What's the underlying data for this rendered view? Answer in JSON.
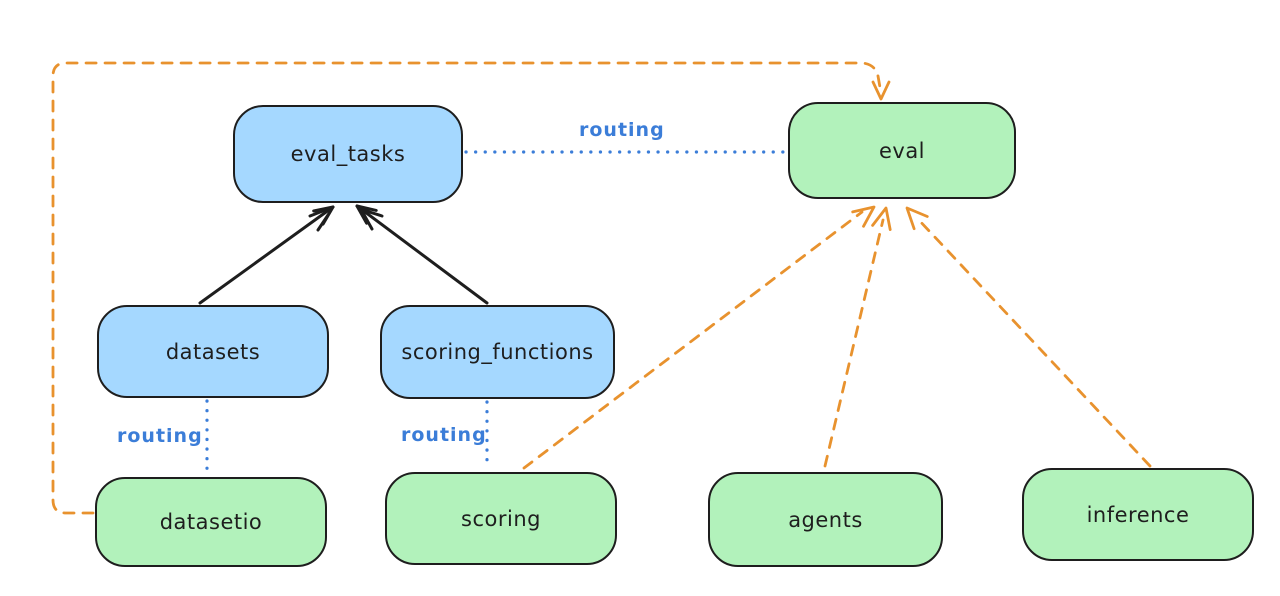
{
  "colors": {
    "background": "#ffffff",
    "node_stroke": "#1e1e1e",
    "arrow_black": "#1e1e1e",
    "api_fill": "#a5d8ff",
    "provider_fill": "#b2f2bb",
    "routing_blue": "#3b7dd8",
    "provider_orange": "#e8922e"
  },
  "nodes": {
    "eval_tasks": {
      "label": "eval_tasks",
      "kind": "api"
    },
    "eval": {
      "label": "eval",
      "kind": "provider"
    },
    "datasets": {
      "label": "datasets",
      "kind": "api"
    },
    "scoring_functions": {
      "label": "scoring_functions",
      "kind": "api"
    },
    "datasetio": {
      "label": "datasetio",
      "kind": "provider"
    },
    "scoring": {
      "label": "scoring",
      "kind": "provider"
    },
    "agents": {
      "label": "agents",
      "kind": "provider"
    },
    "inference": {
      "label": "inference",
      "kind": "provider"
    }
  },
  "labels": {
    "routing": "routing"
  },
  "edges": [
    {
      "from": "datasets",
      "to": "eval_tasks",
      "style": "solid-black-arrow"
    },
    {
      "from": "scoring_functions",
      "to": "eval_tasks",
      "style": "solid-black-arrow"
    },
    {
      "from": "eval_tasks",
      "to": "eval",
      "style": "dotted-blue",
      "label": "routing"
    },
    {
      "from": "datasets",
      "to": "datasetio",
      "style": "dotted-blue",
      "label": "routing"
    },
    {
      "from": "scoring_functions",
      "to": "scoring",
      "style": "dotted-blue",
      "label": "routing"
    },
    {
      "from": "datasetio",
      "to": "eval",
      "style": "dashed-orange-arrow"
    },
    {
      "from": "scoring",
      "to": "eval",
      "style": "dashed-orange-arrow"
    },
    {
      "from": "agents",
      "to": "eval",
      "style": "dashed-orange-arrow"
    },
    {
      "from": "inference",
      "to": "eval",
      "style": "dashed-orange-arrow"
    }
  ]
}
